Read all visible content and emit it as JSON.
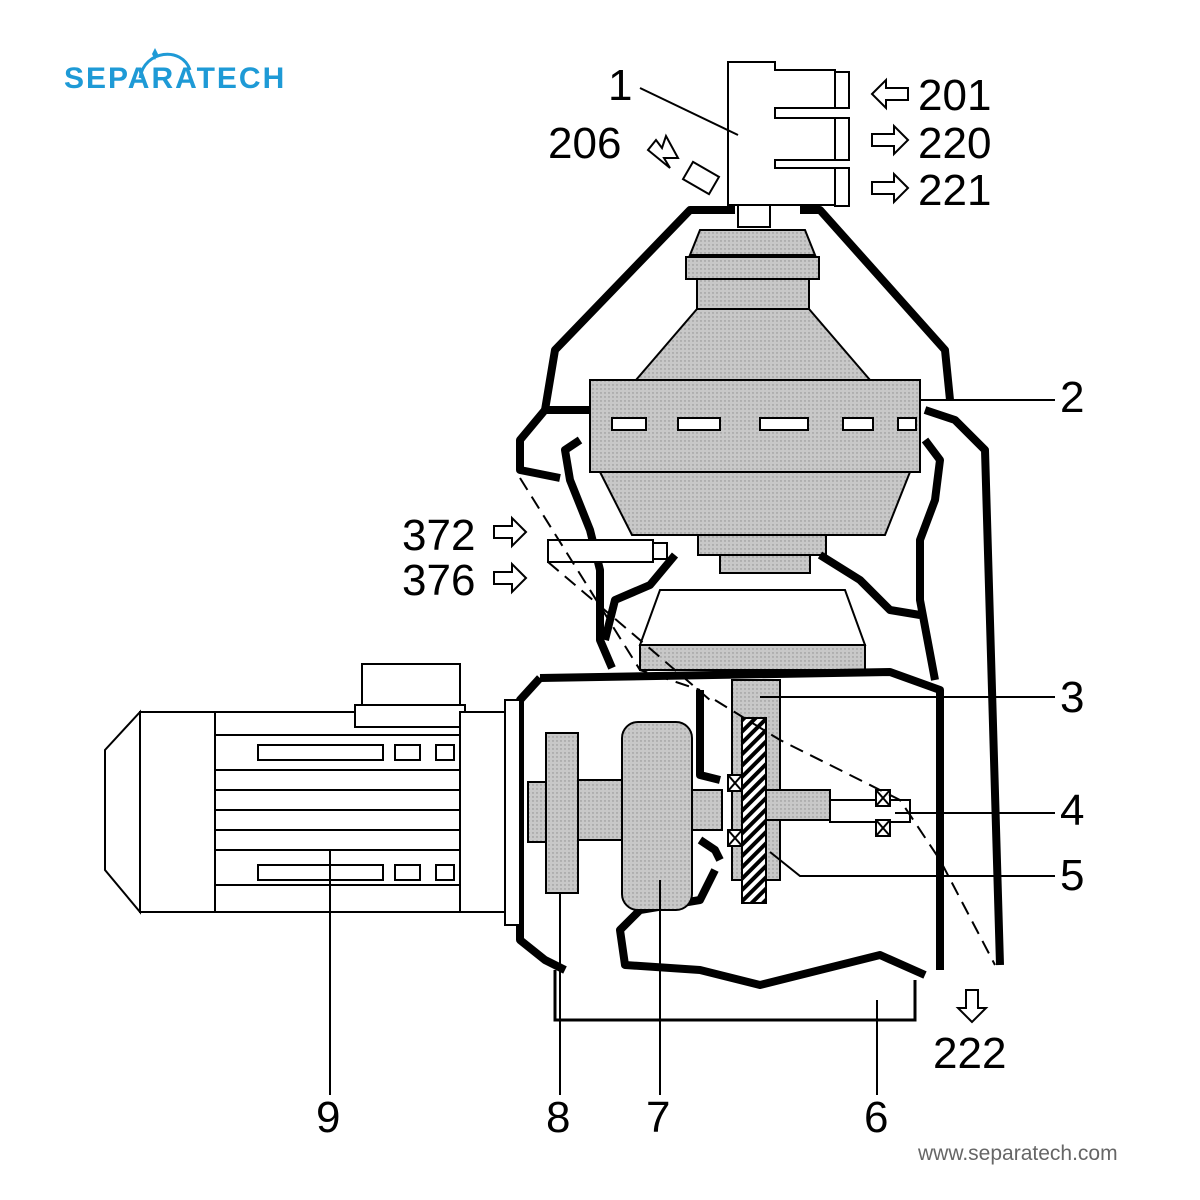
{
  "logo": {
    "text": "SEPARATECH",
    "color": "#1e9ad6"
  },
  "footer": {
    "url": "www.separatech.com"
  },
  "part_labels": [
    "1",
    "2",
    "3",
    "4",
    "5",
    "6",
    "7",
    "8",
    "9"
  ],
  "connection_labels": {
    "c201": "201",
    "c220": "220",
    "c221": "221",
    "c206": "206",
    "c372": "372",
    "c376": "376",
    "c222": "222"
  },
  "colors": {
    "line": "#000000",
    "shade": "#bdbdbd",
    "accent": "#1e9ad6"
  }
}
